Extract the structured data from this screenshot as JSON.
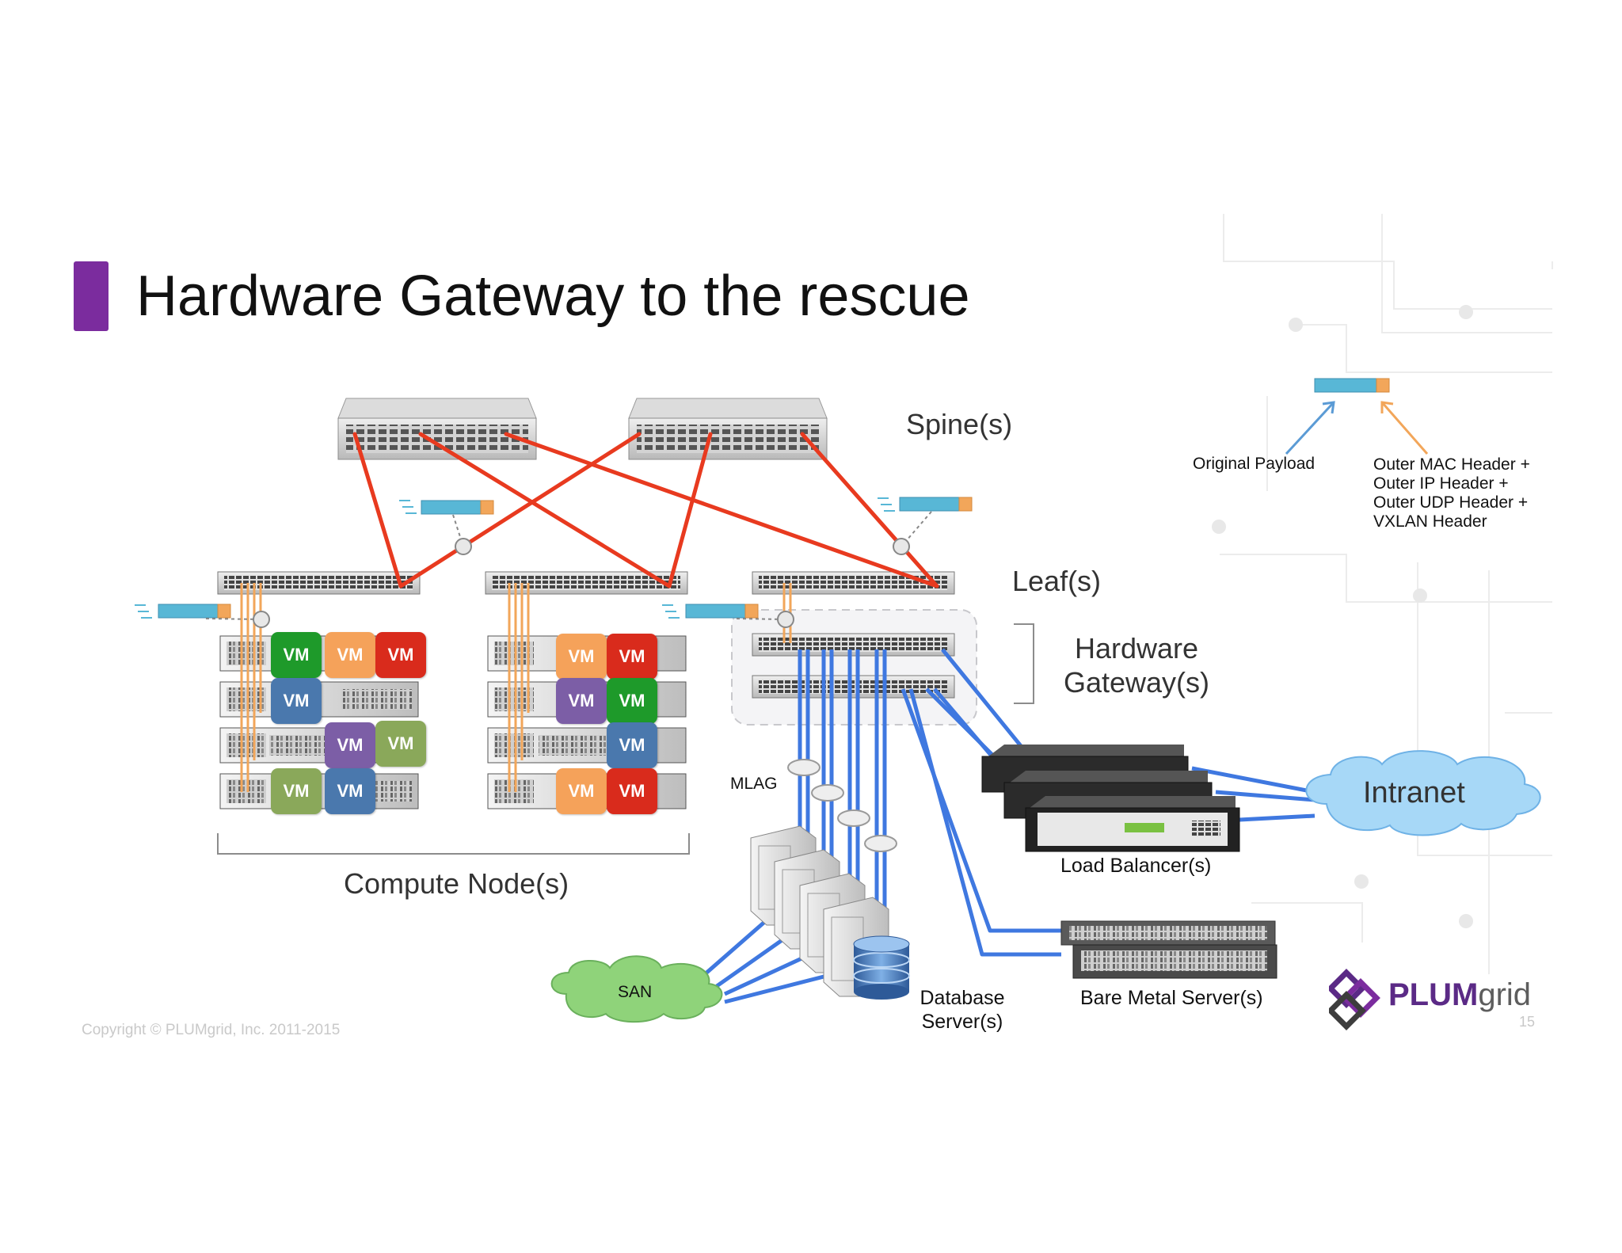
{
  "title": "Hardware Gateway to the rescue",
  "labels": {
    "spines": "Spine(s)",
    "leafs": "Leaf(s)",
    "hw_gateway_line1": "Hardware",
    "hw_gateway_line2": "Gateway(s)",
    "compute_nodes": "Compute Node(s)",
    "mlag": "MLAG",
    "san": "SAN",
    "database_line1": "Database",
    "database_line2": "Server(s)",
    "load_balancers": "Load Balancer(s)",
    "bare_metal": "Bare Metal Server(s)",
    "intranet": "Intranet"
  },
  "legend": {
    "original_payload": "Original Payload",
    "outer_headers": [
      "Outer MAC Header +",
      "Outer IP Header +",
      "Outer UDP Header +",
      "VXLAN Header"
    ]
  },
  "vm_label": "VM",
  "logo": {
    "bold": "PLUM",
    "light": "grid"
  },
  "copyright": "Copyright © PLUMgrid, Inc. 2011-2015",
  "page_number": "15",
  "colors": {
    "accent_purple": "#7b2c9e",
    "underlay_link": "#e83a1f",
    "overlay_link": "#f2a65a",
    "gateway_link": "#3f78e0",
    "payload": "#58b7d6",
    "header": "#f2a65a",
    "vm_green": "#1e9a2a",
    "vm_orange": "#f5a25a",
    "vm_red": "#d92b1c",
    "vm_blue": "#4a78ad",
    "vm_purple": "#7c5ea6",
    "vm_olive": "#8aa85a"
  }
}
